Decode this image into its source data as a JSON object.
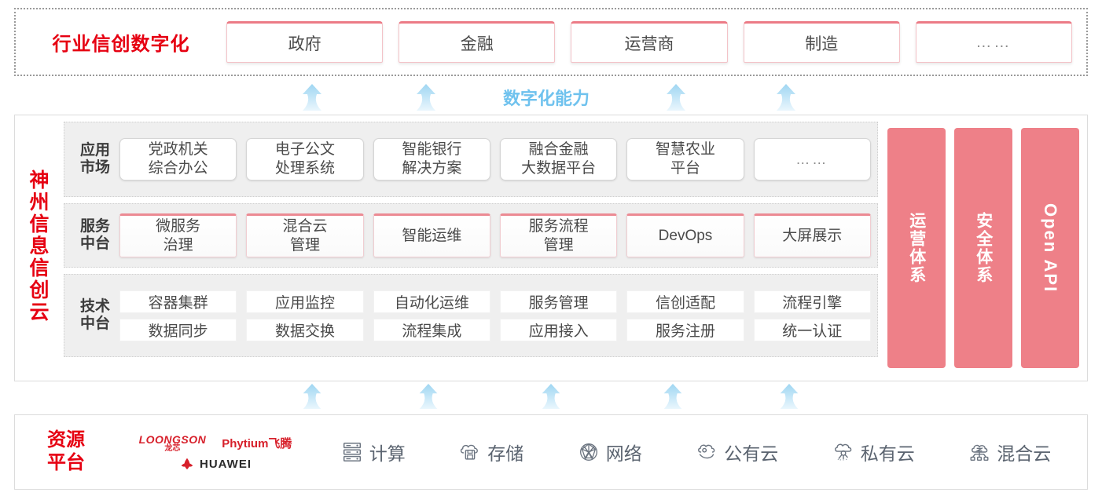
{
  "industry": {
    "title": "行业信创数字化",
    "boxes": [
      {
        "label": "政府"
      },
      {
        "label": "金融"
      },
      {
        "label": "运营商"
      },
      {
        "label": "制造"
      },
      {
        "label": "……"
      }
    ]
  },
  "capability": {
    "label": "数字化能力",
    "arrow_color": "#BDE3F7"
  },
  "cloud": {
    "title_chars": [
      "神",
      "州",
      "信",
      "息",
      "信",
      "创",
      "云"
    ],
    "bands": [
      {
        "key": "app-market",
        "label_lines": [
          "应用",
          "市场"
        ],
        "cells": [
          {
            "lines": [
              "党政机关",
              "综合办公"
            ]
          },
          {
            "lines": [
              "电子公文",
              "处理系统"
            ]
          },
          {
            "lines": [
              "智能银行",
              "解决方案"
            ]
          },
          {
            "lines": [
              "融合金融",
              "大数据平台"
            ]
          },
          {
            "lines": [
              "智慧农业",
              "平台"
            ]
          },
          {
            "lines": [
              "……"
            ],
            "dots": true
          }
        ]
      },
      {
        "key": "service-platform",
        "label_lines": [
          "服务",
          "中台"
        ],
        "cells": [
          {
            "lines": [
              "微服务",
              "治理"
            ]
          },
          {
            "lines": [
              "混合云",
              "管理"
            ]
          },
          {
            "lines": [
              "智能运维"
            ]
          },
          {
            "lines": [
              "服务流程",
              "管理"
            ]
          },
          {
            "lines": [
              "DevOps"
            ]
          },
          {
            "lines": [
              "大屏展示"
            ]
          }
        ]
      },
      {
        "key": "tech-platform",
        "label_lines": [
          "技术",
          "中台"
        ],
        "rows": [
          [
            "容器集群",
            "应用监控",
            "自动化运维",
            "服务管理",
            "信创适配",
            "流程引擎"
          ],
          [
            "数据同步",
            "数据交换",
            "流程集成",
            "应用接入",
            "服务注册",
            "统一认证"
          ]
        ]
      }
    ],
    "pillars": [
      {
        "text": "运营体系",
        "rotated": false,
        "color": "#EE8088"
      },
      {
        "text": "安全体系",
        "rotated": false,
        "color": "#EE8088"
      },
      {
        "text": "Open API",
        "rotated": true,
        "color": "#EE8088"
      }
    ]
  },
  "resource": {
    "title_lines": [
      "资源",
      "平台"
    ],
    "logos": [
      {
        "name": "LOONGSON",
        "sub": "龙芯"
      },
      {
        "name": "Phytium飞腾"
      },
      {
        "name": "HUAWEI"
      }
    ],
    "items": [
      {
        "label": "计算",
        "icon": "server-rack-icon"
      },
      {
        "label": "存储",
        "icon": "cloud-storage-icon"
      },
      {
        "label": "网络",
        "icon": "network-node-icon"
      },
      {
        "label": "公有云",
        "icon": "public-cloud-icon"
      },
      {
        "label": "私有云",
        "icon": "private-cloud-icon"
      },
      {
        "label": "混合云",
        "icon": "hybrid-cloud-icon"
      }
    ]
  },
  "colors": {
    "brand_red": "#E60012",
    "pink": "#EE8088",
    "arrow_blue": "#BDE3F7",
    "band_gray": "#EFEFEF"
  }
}
